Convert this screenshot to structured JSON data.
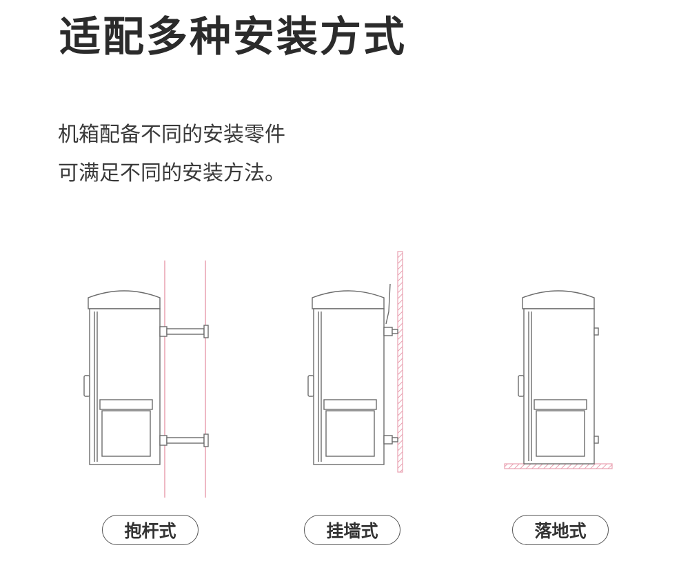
{
  "title": "适配多种安装方式",
  "description": {
    "line1": "机箱配备不同的安装零件",
    "line2": "可满足不同的安装方法。"
  },
  "methods": [
    {
      "label": "抱杆式"
    },
    {
      "label": "挂墙式"
    },
    {
      "label": "落地式"
    }
  ],
  "colors": {
    "outline": "#6b6b6b",
    "accent": "#e8a0b0"
  }
}
